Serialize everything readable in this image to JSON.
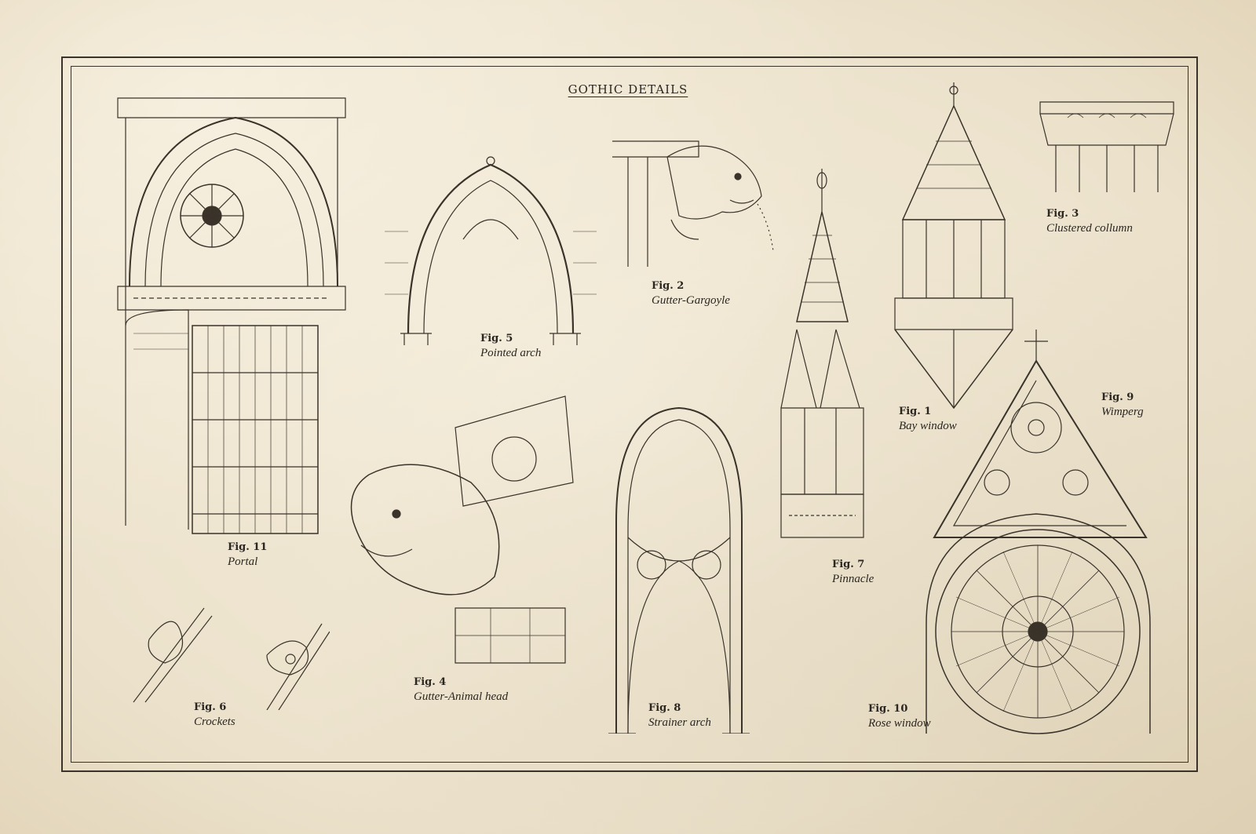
{
  "title": "GOTHIC DETAILS",
  "figures": {
    "fig1": {
      "number": "Fig. 1",
      "name": "Bay window"
    },
    "fig2": {
      "number": "Fig. 2",
      "name": "Gutter-Gargoyle"
    },
    "fig3": {
      "number": "Fig. 3",
      "name": "Clustered  collumn"
    },
    "fig4": {
      "number": "Fig. 4",
      "name": "Gutter-Animal head"
    },
    "fig5": {
      "number": "Fig. 5",
      "name": "Pointed arch"
    },
    "fig6": {
      "number": "Fig. 6",
      "name": "Crockets"
    },
    "fig7": {
      "number": "Fig. 7",
      "name": "Pinnacle"
    },
    "fig8": {
      "number": "Fig. 8",
      "name": "Strainer arch"
    },
    "fig9": {
      "number": "Fig. 9",
      "name": "Wimperg"
    },
    "fig10": {
      "number": "Fig. 10",
      "name": "Rose window"
    },
    "fig11": {
      "number": "Fig. 11",
      "name": "Portal"
    }
  },
  "colors": {
    "ink": "#2b2620",
    "paper": "#efe6d2"
  }
}
